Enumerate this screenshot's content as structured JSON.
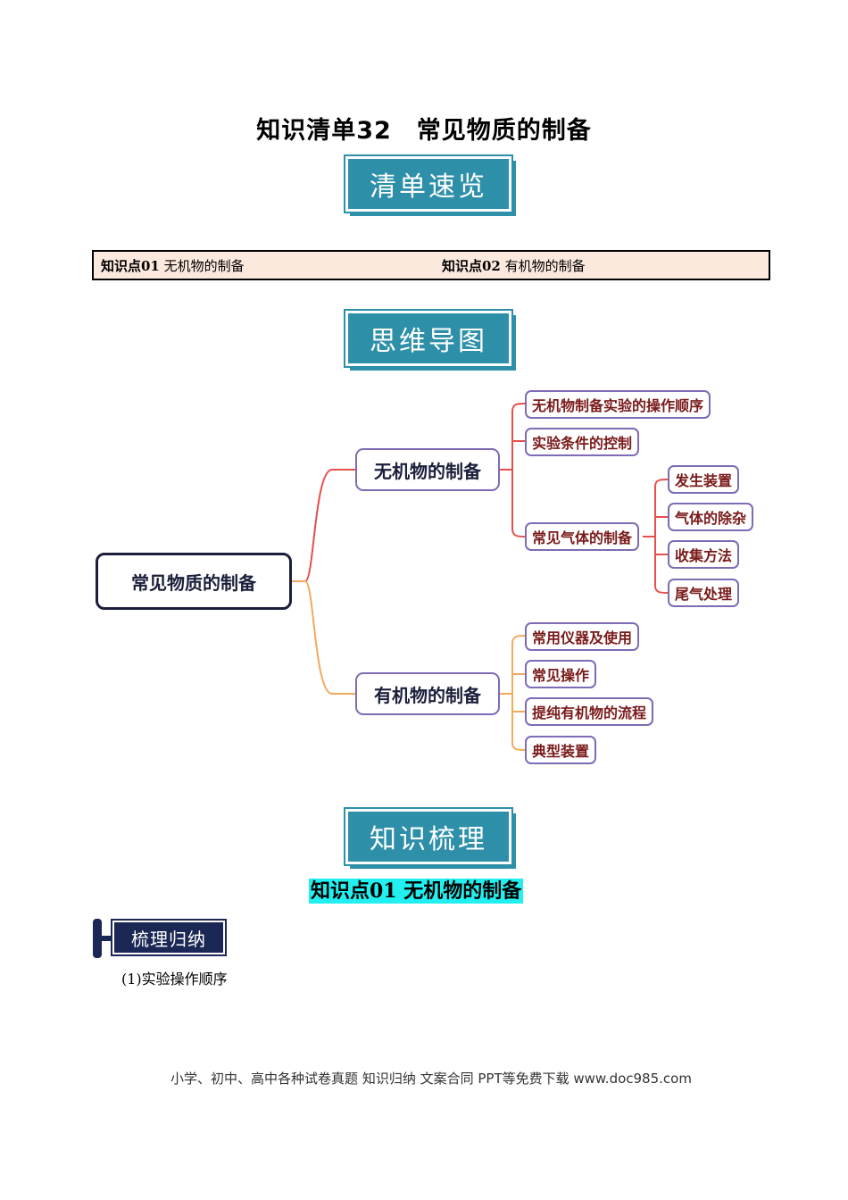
{
  "title": "知识清单32　常见物质的制备",
  "banners": {
    "overview": "清单速览",
    "mindmap": "思维导图",
    "review": "知识梳理"
  },
  "toc": [
    {
      "prefix": "知识点01",
      "text": "无机物的制备"
    },
    {
      "prefix": "知识点02",
      "text": "有机物的制备"
    }
  ],
  "mindmap": {
    "root": "常见物质的制备",
    "branches": [
      {
        "label": "无机物的制备",
        "children": [
          {
            "label": "无机物制备实验的操作顺序"
          },
          {
            "label": "实验条件的控制"
          },
          {
            "label": "常见气体的制备",
            "children": [
              "发生装置",
              "气体的除杂",
              "收集方法",
              "尾气处理"
            ]
          }
        ]
      },
      {
        "label": "有机物的制备",
        "children": [
          {
            "label": "常用仪器及使用"
          },
          {
            "label": "常见操作"
          },
          {
            "label": "提纯有机物的流程"
          },
          {
            "label": "典型装置"
          }
        ]
      }
    ],
    "colors": {
      "branch1": "#e6504a",
      "branch2": "#f2a95c",
      "node_border": "#7e6bb5",
      "leaf_text": "#7a1a1a"
    }
  },
  "section": {
    "heading": "知识点01  无机物的制备",
    "tag": "梳理归纳",
    "item": "(1)实验操作顺序"
  },
  "footer": "小学、初中、高中各种试卷真题 知识归纳 文案合同 PPT等免费下载   www.doc985.com"
}
